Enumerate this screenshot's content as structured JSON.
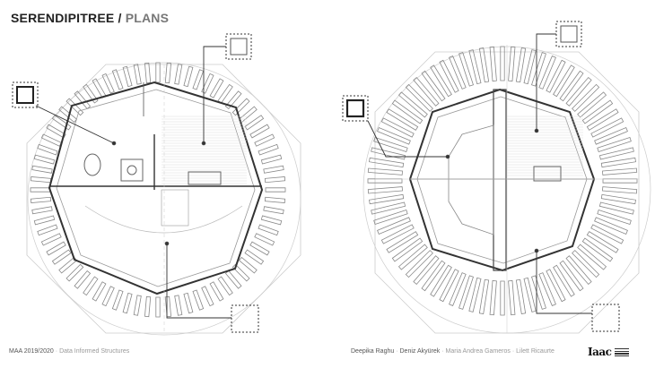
{
  "header": {
    "title_main": "SERENDIPITREE",
    "title_sep": "/",
    "title_sub": "PLANS"
  },
  "footer": {
    "course": "MAA 2019/2020",
    "subject": "Data Informed Structures",
    "authors": [
      "Deepika Raghu",
      "Deniz Akyürek",
      "Maria Andrea Gameros",
      "Lilett Ricaurte"
    ]
  },
  "logo": {
    "mark": "Iaac"
  },
  "colors": {
    "line": "#444444",
    "light_line": "#bbbbbb",
    "callout": "#333333"
  }
}
